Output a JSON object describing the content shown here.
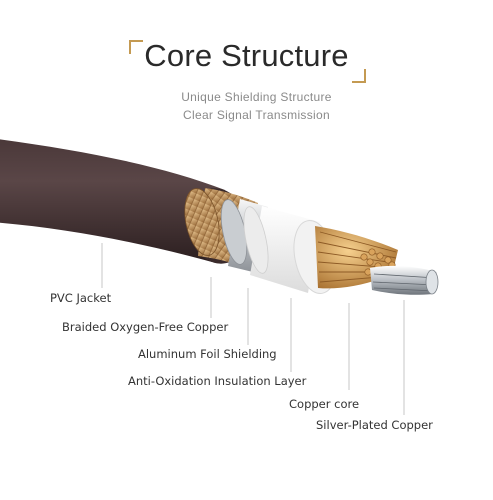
{
  "header": {
    "title": "Core Structure",
    "subtitle_line1": "Unique Shielding Structure",
    "subtitle_line2": "Clear Signal Transmission"
  },
  "layers": [
    {
      "id": "jacket",
      "label": "PVC Jacket"
    },
    {
      "id": "braid",
      "label": "Braided Oxygen-Free Copper"
    },
    {
      "id": "foil",
      "label": "Aluminum Foil Shielding"
    },
    {
      "id": "insulation",
      "label": "Anti-Oxidation Insulation Layer"
    },
    {
      "id": "copper",
      "label": "Copper core"
    },
    {
      "id": "silver",
      "label": "Silver-Plated Copper"
    }
  ],
  "colors": {
    "accent": "#c49a52",
    "jacket": "#3d2d2e",
    "braid": "#c9a06a",
    "copper": "#d9a35c",
    "insulation": "#f2f2f2",
    "silver": "#cfd4da"
  }
}
